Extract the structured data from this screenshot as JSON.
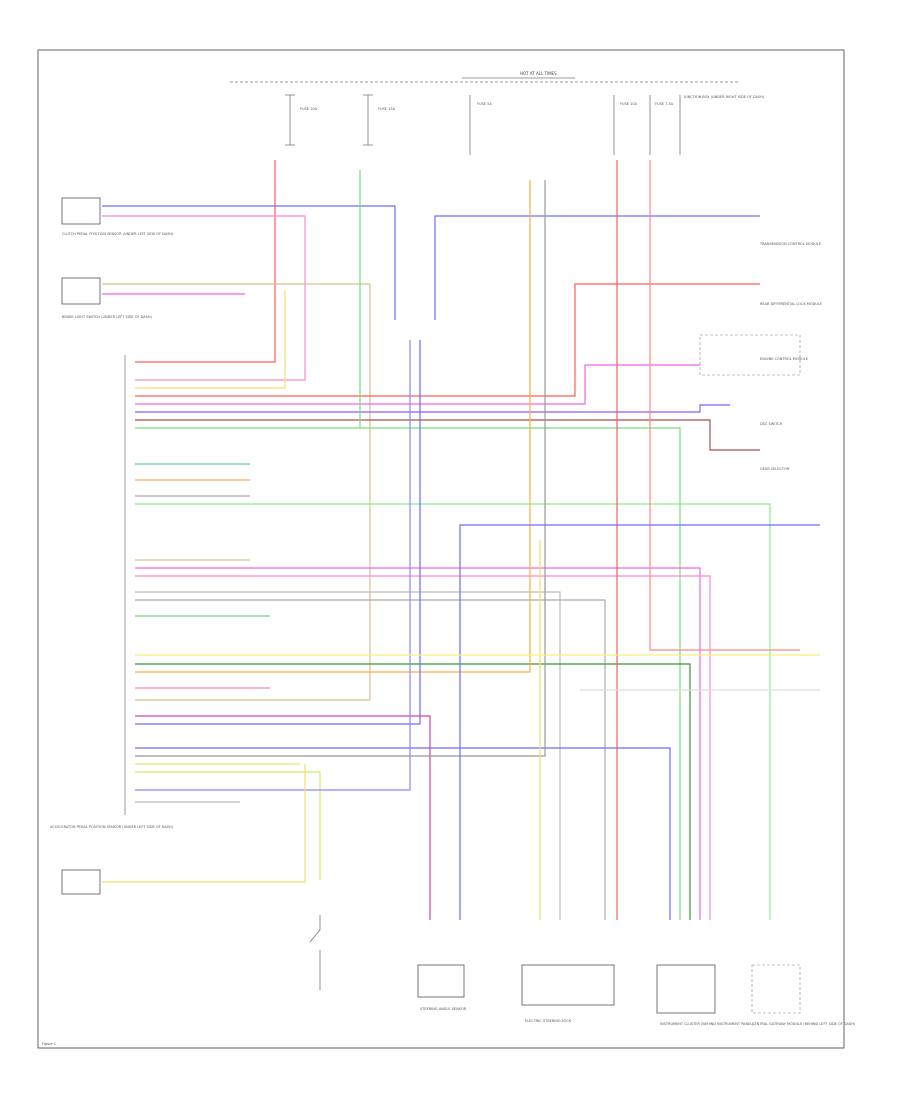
{
  "diagram": {
    "header_label": "HOT AT ALL TIMES",
    "top_fuses": [
      {
        "label": "FUSE 10A"
      },
      {
        "label": "FUSE 15A"
      },
      {
        "label": "FUSE 5A"
      },
      {
        "label": "FUSE 10A"
      },
      {
        "label": "FUSE 7.5A"
      }
    ],
    "top_right_label": "JUNCTION BOX (UNDER RIGHT SIDE OF DASH)",
    "left_components": [
      {
        "label": "CLUTCH PEDAL POSITION SENSOR (UNDER LEFT SIDE OF DASH)"
      },
      {
        "label": "BRAKE LIGHT SWITCH (UNDER LEFT SIDE OF DASH)"
      },
      {
        "label": "ACCELERATOR PEDAL POSITION SENSOR (UNDER LEFT SIDE OF DASH)"
      }
    ],
    "right_components": [
      {
        "label": "TRANSMISSION CONTROL MODULE"
      },
      {
        "label": "REAR DIFFERENTIAL LOCK MODULE"
      },
      {
        "label": "ENGINE CONTROL MODULE"
      },
      {
        "label": "DSC SWITCH"
      },
      {
        "label": "GEAR SELECTOR"
      }
    ],
    "bottom_components": [
      {
        "label": "STEERING ANGLE SENSOR"
      },
      {
        "label": "ELECTRIC STEERING LOCK"
      },
      {
        "label": "INSTRUMENT CLUSTER (BEHIND INSTRUMENT PANEL)"
      },
      {
        "label": "CENTRAL GATEWAY MODULE (BEHIND LEFT SIDE OF DASH)"
      }
    ],
    "footer_id": "Figure 1"
  }
}
